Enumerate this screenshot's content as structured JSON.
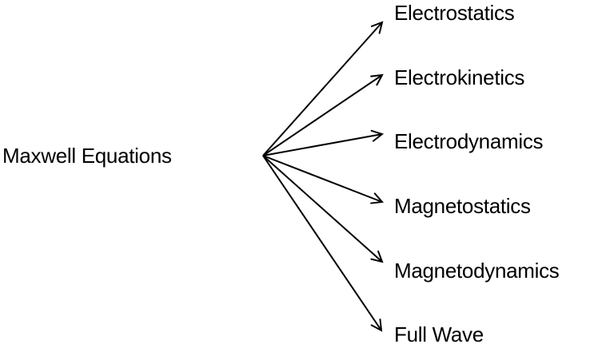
{
  "diagram": {
    "root": {
      "label": "Maxwell Equations"
    },
    "branches": [
      {
        "label": "Electrostatics"
      },
      {
        "label": "Electrokinetics"
      },
      {
        "label": "Electrodynamics"
      },
      {
        "label": "Magnetostatics"
      },
      {
        "label": "Magnetodynamics"
      },
      {
        "label": "Full Wave"
      }
    ],
    "colors": {
      "line": "#000000",
      "text": "#000000",
      "background": "#ffffff"
    }
  }
}
